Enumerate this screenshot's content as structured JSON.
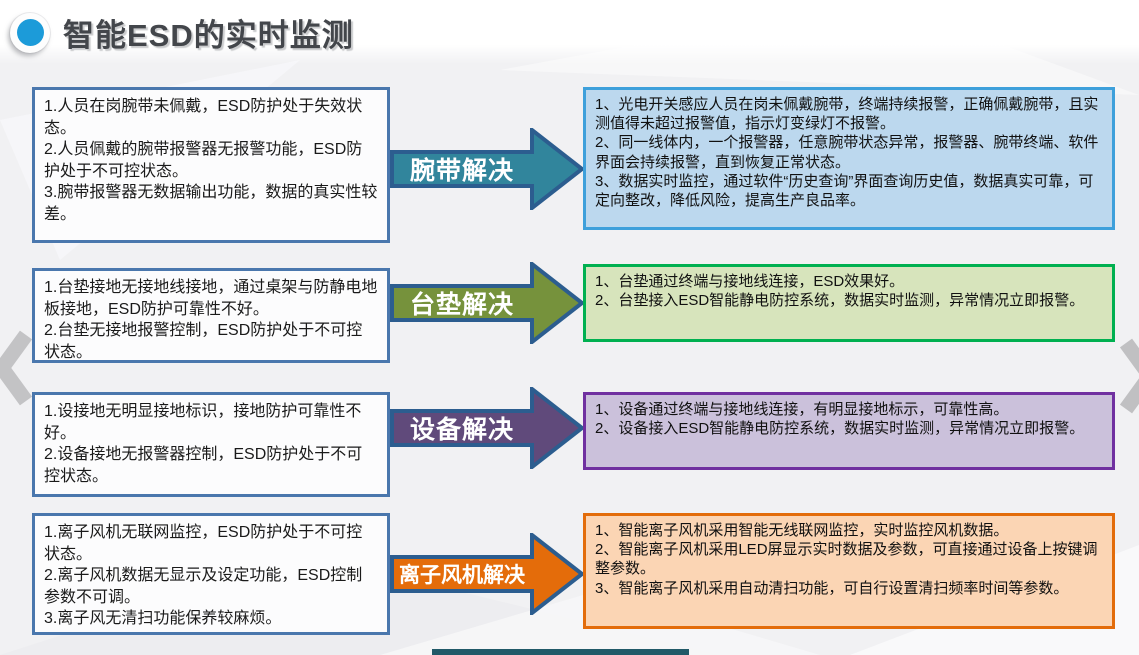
{
  "page": {
    "title": "智能ESD的实时监测"
  },
  "colors": {
    "title_text": "#43464b",
    "title_bullet": "#1c9bd9",
    "problem_box_border": "#4a77ad",
    "arrow_border": "#2c5d8f",
    "chevron_gray": "#c3c3c5",
    "bottom_bar": "#215968"
  },
  "rows": [
    {
      "name": "wristband",
      "problem": "1.人员在岗腕带未佩戴，ESD防护处于失效状态。\n2.人员佩戴的腕带报警器无报警功能，ESD防护处于不可控状态。\n3.腕带报警器无数据输出功能，数据的真实性较差。",
      "arrow_label": "腕带解决",
      "arrow_fill": "#31859c",
      "solution_bg": "#bcd8ee",
      "solution_border": "#3ea0db",
      "solution": "1、光电开关感应人员在岗未佩戴腕带，终端持续报警，正确佩戴腕带，且实测值得未超过报警值，指示灯变绿灯不报警。\n2、同一线体内，一个报警器，任意腕带状态异常，报警器、腕带终端、软件界面会持续报警，直到恢复正常状态。\n3、数据实时监控，通过软件“历史查询”界面查询历史值，数据真实可靠，可定向整改，降低风险，提高生产良品率。"
    },
    {
      "name": "mat",
      "problem": "1.台垫接地无接地线接地，通过桌架与防静电地板接地，ESD防护可靠性不好。\n2.台垫无接地报警控制，ESD防护处于不可控状态。",
      "arrow_label": "台垫解决",
      "arrow_fill": "#76923c",
      "solution_bg": "#d7e4bc",
      "solution_border": "#00b050",
      "solution": "1、台垫通过终端与接地线连接，ESD效果好。\n2、台垫接入ESD智能静电防控系统，数据实时监测，异常情况立即报警。"
    },
    {
      "name": "equipment",
      "problem": "1.设接地无明显接地标识，接地防护可靠性不好。\n2.设备接地无报警器控制，ESD防护处于不可控状态。",
      "arrow_label": "设备解决",
      "arrow_fill": "#604a7b",
      "solution_bg": "#cbc1db",
      "solution_border": "#7030a0",
      "solution": "1、设备通过终端与接地线连接，有明显接地标示，可靠性高。\n2、设备接入ESD智能静电防控系统，数据实时监测，异常情况立即报警。"
    },
    {
      "name": "ionizer",
      "problem": "1.离子风机无联网监控，ESD防护处于不可控状态。\n2.离子风机数据无显示及设定功能，ESD控制参数不可调。\n3.离子风无清扫功能保养较麻烦。",
      "arrow_label": "离子风机解决",
      "arrow_fill": "#e46c0a",
      "solution_bg": "#fbd5b4",
      "solution_border": "#e36c0a",
      "solution": "1、智能离子风机采用智能无线联网监控，实时监控风机数据。\n2、智能离子风机采用LED屏显示实时数据及参数，可直接通过设备上按键调整参数。\n3、智能离子风机采用自动清扫功能，可自行设置清扫频率时间等参数。"
    }
  ]
}
